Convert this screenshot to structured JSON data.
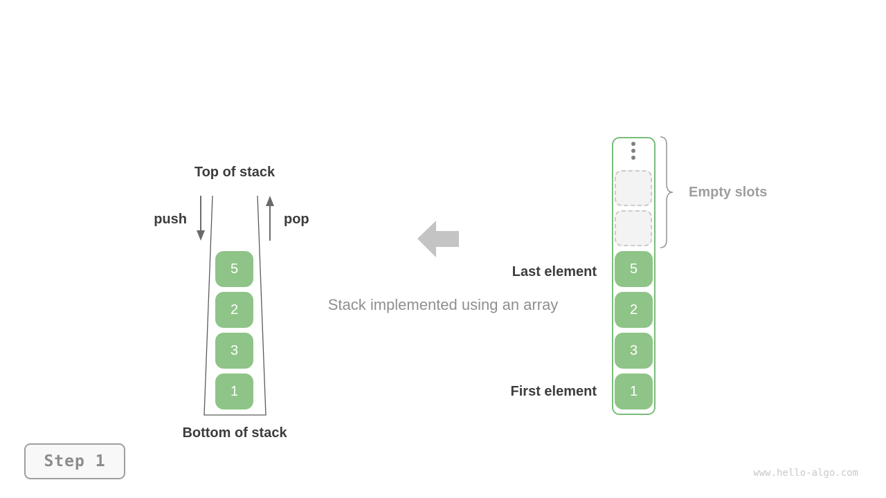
{
  "stack": {
    "top_label": "Top of stack",
    "bottom_label": "Bottom of stack",
    "push_label": "push",
    "pop_label": "pop",
    "values": [
      "5",
      "2",
      "3",
      "1"
    ]
  },
  "center": {
    "caption": "Stack implemented using an array"
  },
  "array": {
    "values": [
      "5",
      "2",
      "3",
      "1"
    ],
    "empty_slots_count": 2,
    "empty_slots_label": "Empty slots",
    "last_element_label": "Last element",
    "first_element_label": "First element"
  },
  "footer": {
    "step_label": "Step 1",
    "watermark": "www.hello-algo.com"
  },
  "colors": {
    "cell_green": "#8ec487",
    "array_border_green": "#79bc78",
    "label_dark": "#3c3c3c",
    "muted_gray": "#8f8f8f",
    "empty_label_gray": "#9e9e9e",
    "arrow_gray": "#6b6b6b",
    "block_arrow_gray": "#c4c4c4",
    "container_outline_gray": "#5a5a5a",
    "empty_slot_bg": "#f3f3f3",
    "empty_slot_border": "#cbcbcb",
    "brace_gray": "#999999",
    "step_text_gray": "#8c8c8c",
    "watermark_gray": "#c9c9c9",
    "background": "#ffffff"
  }
}
